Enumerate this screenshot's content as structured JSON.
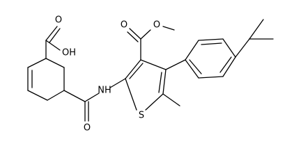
{
  "structure": {
    "atom_labels": {
      "acid_oh": "OH",
      "acid_carbonyl_o": "O",
      "amide_o": "O",
      "amide_nh": "NH",
      "ester_carbonyl_o": "O",
      "ester_o": "O",
      "thiophene_s": "S"
    }
  },
  "colors": {
    "bond": "#000000",
    "background": "#ffffff"
  }
}
